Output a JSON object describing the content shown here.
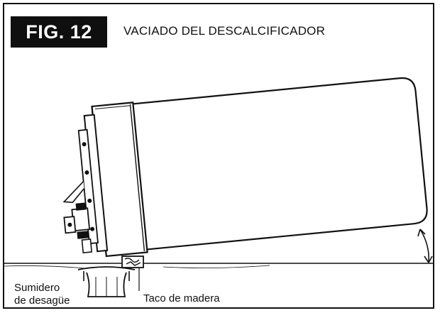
{
  "figure": {
    "number_label": "FIG. 12",
    "title": "VACIADO DEL DESCALCIFICADOR"
  },
  "labels": {
    "drain_line1": "Sumidero",
    "drain_line2": "de desagüe",
    "wood_block": "Taco de madera"
  },
  "colors": {
    "ink": "#111111",
    "badge_background": "#0f0f0f",
    "badge_text": "#ffffff",
    "paper": "#ffffff"
  }
}
